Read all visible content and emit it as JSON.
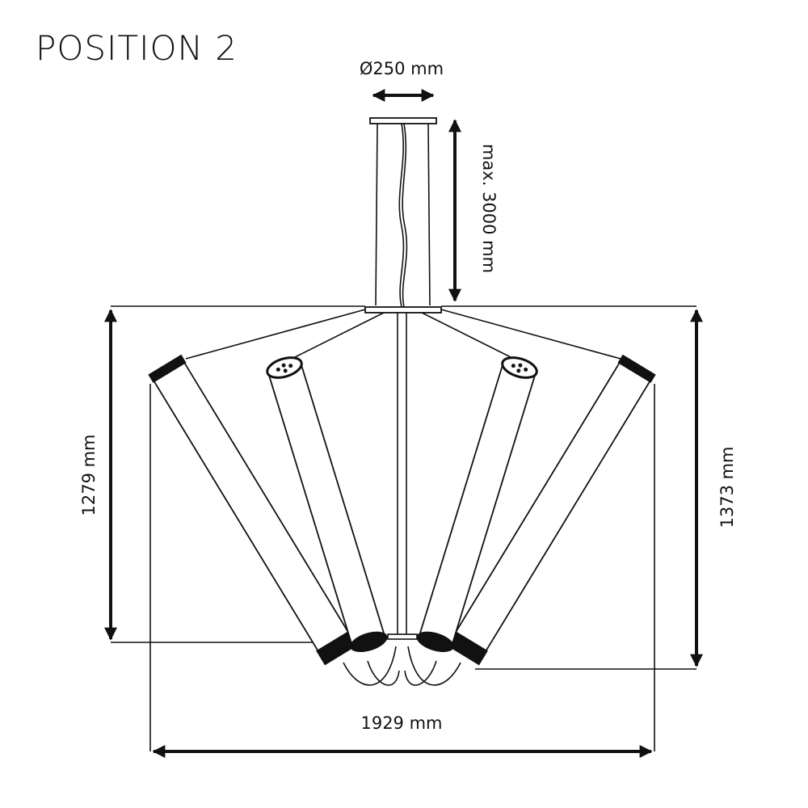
{
  "title": "POSITION 2",
  "dimensions": {
    "canopy_diameter": "Ø250 mm",
    "max_suspension": "max. 3000 mm",
    "left_height": "1279 mm",
    "right_height": "1373 mm",
    "total_width": "1929 mm"
  },
  "colors": {
    "line": "#111111",
    "background": "#ffffff"
  }
}
